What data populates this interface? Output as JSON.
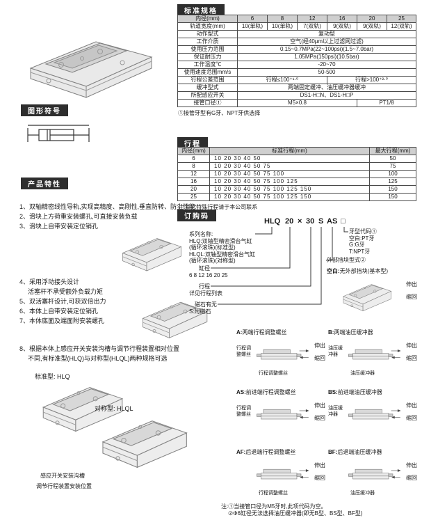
{
  "sections": {
    "specs_title": "标准规格",
    "symbol_title": "图形符号",
    "features_title": "产品特性",
    "stroke_title": "行程",
    "ordering_title": "订购码"
  },
  "specs": {
    "bore_label": "内径(mm)",
    "bores": [
      "6",
      "8",
      "12",
      "16",
      "20",
      "25"
    ],
    "track_label": "轨道宽度(mm)",
    "track_values": [
      "10(单轨)",
      "10(单轨)",
      "7(双轨)",
      "9(双轨)",
      "9(双轨)",
      "12(双轨)"
    ],
    "rows_span": [
      {
        "label": "动作型式",
        "value": "复动型"
      },
      {
        "label": "工作介质",
        "value": "空气(经40μm以上过滤网过滤)"
      },
      {
        "label": "使用压力范围",
        "value": "0.15~0.7MPa(22~100psi)(1.5~7.0bar)"
      },
      {
        "label": "保证耐压力",
        "value": "1.05MPa(150psi)(10.5bar)"
      },
      {
        "label": "工作温度℃",
        "value": "-20~70"
      },
      {
        "label": "使用速度范围mm/s",
        "value": "50-500"
      }
    ],
    "tolerance": {
      "label": "行程公差范围",
      "left": "行程≤100⁺¹·⁰",
      "right": "行程>100⁺²·⁰"
    },
    "cushion": {
      "label": "缓冲型式",
      "value": "两端固定缓冲、油压缓冲器缓冲"
    },
    "switch": {
      "label": "所配感应开关",
      "value": "DS1-H□N、DS1-H□P"
    },
    "port": {
      "label": "接管口径①",
      "left": "M5×0.8",
      "right": "PT1/8"
    },
    "note": "①接管牙型有G牙、NPT牙供选择"
  },
  "stroke": {
    "headers": {
      "bore": "内径(mm)",
      "standard": "标准行程(mm)",
      "max": "最大行程(mm)"
    },
    "rows": [
      {
        "bore": "6",
        "standard": "10 20 30 40 50",
        "max": "50"
      },
      {
        "bore": "8",
        "standard": "10 20 30 40 50 75",
        "max": "75"
      },
      {
        "bore": "12",
        "standard": "10 20 30 40 50 75 100",
        "max": "100"
      },
      {
        "bore": "16",
        "standard": "10 20 30 40 50 75 100 125",
        "max": "125"
      },
      {
        "bore": "20",
        "standard": "10 20 30 40 50 75 100 125 150",
        "max": "150"
      },
      {
        "bore": "25",
        "standard": "10 20 30 40 50 75 100 125 150",
        "max": "150"
      }
    ],
    "note": "注:其它特殊行程请于本公司联系"
  },
  "features": {
    "item1": "1、双轴精密线性导轨,实现高精度、高刚性,垂直防转、防尘性能",
    "item2": "2、滑块上方荷重安装螺孔,可直接安装负载",
    "item3": "3、滑块上自带安装定位销孔",
    "item4a": "4、采用浮动接头设计",
    "item4b": "活塞杆不承受额外负载力矩",
    "item5": "5、双活塞杆设计,可获双倍出力",
    "item6": "6、本体上自带安装定位销孔",
    "item7": "7、本体底面及端面附安装螺孔",
    "item8a": "8、根据本体上感应开关安装沟槽与调节行程装置相对位置",
    "item8b": "不同,有标准型(HLQ)与对称型(HLQL)两种规格可选",
    "standard_label": "标准型: HLQ",
    "symmetric_label": "对称型: HLQL",
    "groove_label": "感应开关安装沟槽",
    "adjust_label": "调节行程装置安装位置"
  },
  "ordering": {
    "code": {
      "series": "HLQ",
      "bore": "20",
      "times": "×",
      "stroke": "30",
      "magnet": "S",
      "option": "AS",
      "thread": "□"
    },
    "series_label": "系列名称:",
    "series_lines": [
      "HLQ:双轴型精密滑台气缸",
      "(循环滚珠)(标准型)",
      "HLQL:双轴型精密滑台气缸",
      "(循环滚珠)(对称型)"
    ],
    "bore_label": "缸径",
    "bore_values": "6 8 12 16 20 25",
    "stroke_label": "行程",
    "stroke_value": "详见行程列表",
    "magnet_label": "磁石有无",
    "magnet_value": "S:附磁石",
    "thread_label": "牙型代码①",
    "thread_lines": [
      "空白:PT牙",
      "G:G牙",
      "T:NPT牙"
    ],
    "block_label": "外部挡块型式②",
    "extend": "伸出",
    "retract": "缩回",
    "options": [
      {
        "code": "空白:",
        "name": "无外部挡块(基本型)",
        "label1": "",
        "label2": ""
      },
      {
        "code": "A:",
        "name": "两端行程调整螺丝",
        "label1": "行程调整螺丝",
        "label2": "行程调整螺丝"
      },
      {
        "code": "B:",
        "name": "两端油压缓冲器",
        "label1": "油压缓冲器",
        "label2": "油压缓冲器"
      },
      {
        "code": "AS:",
        "name": "前进端行程调整螺丝",
        "label1": "行程调整螺丝",
        "label2": ""
      },
      {
        "code": "BS:",
        "name": "前进端油压缓冲器",
        "label1": "油压缓冲器",
        "label2": ""
      },
      {
        "code": "AF:",
        "name": "后退端行程调整螺丝",
        "label1": "",
        "label2": "行程调整螺丝"
      },
      {
        "code": "BF:",
        "name": "后退端油压缓冲器",
        "label1": "",
        "label2": "油压缓冲器"
      }
    ],
    "note1": "注:①当接管口径为M5牙时,此项代码为空。",
    "note2": "②Φ6缸径无法选择油压缓冲器(即无B型、BS型、BF型)"
  }
}
